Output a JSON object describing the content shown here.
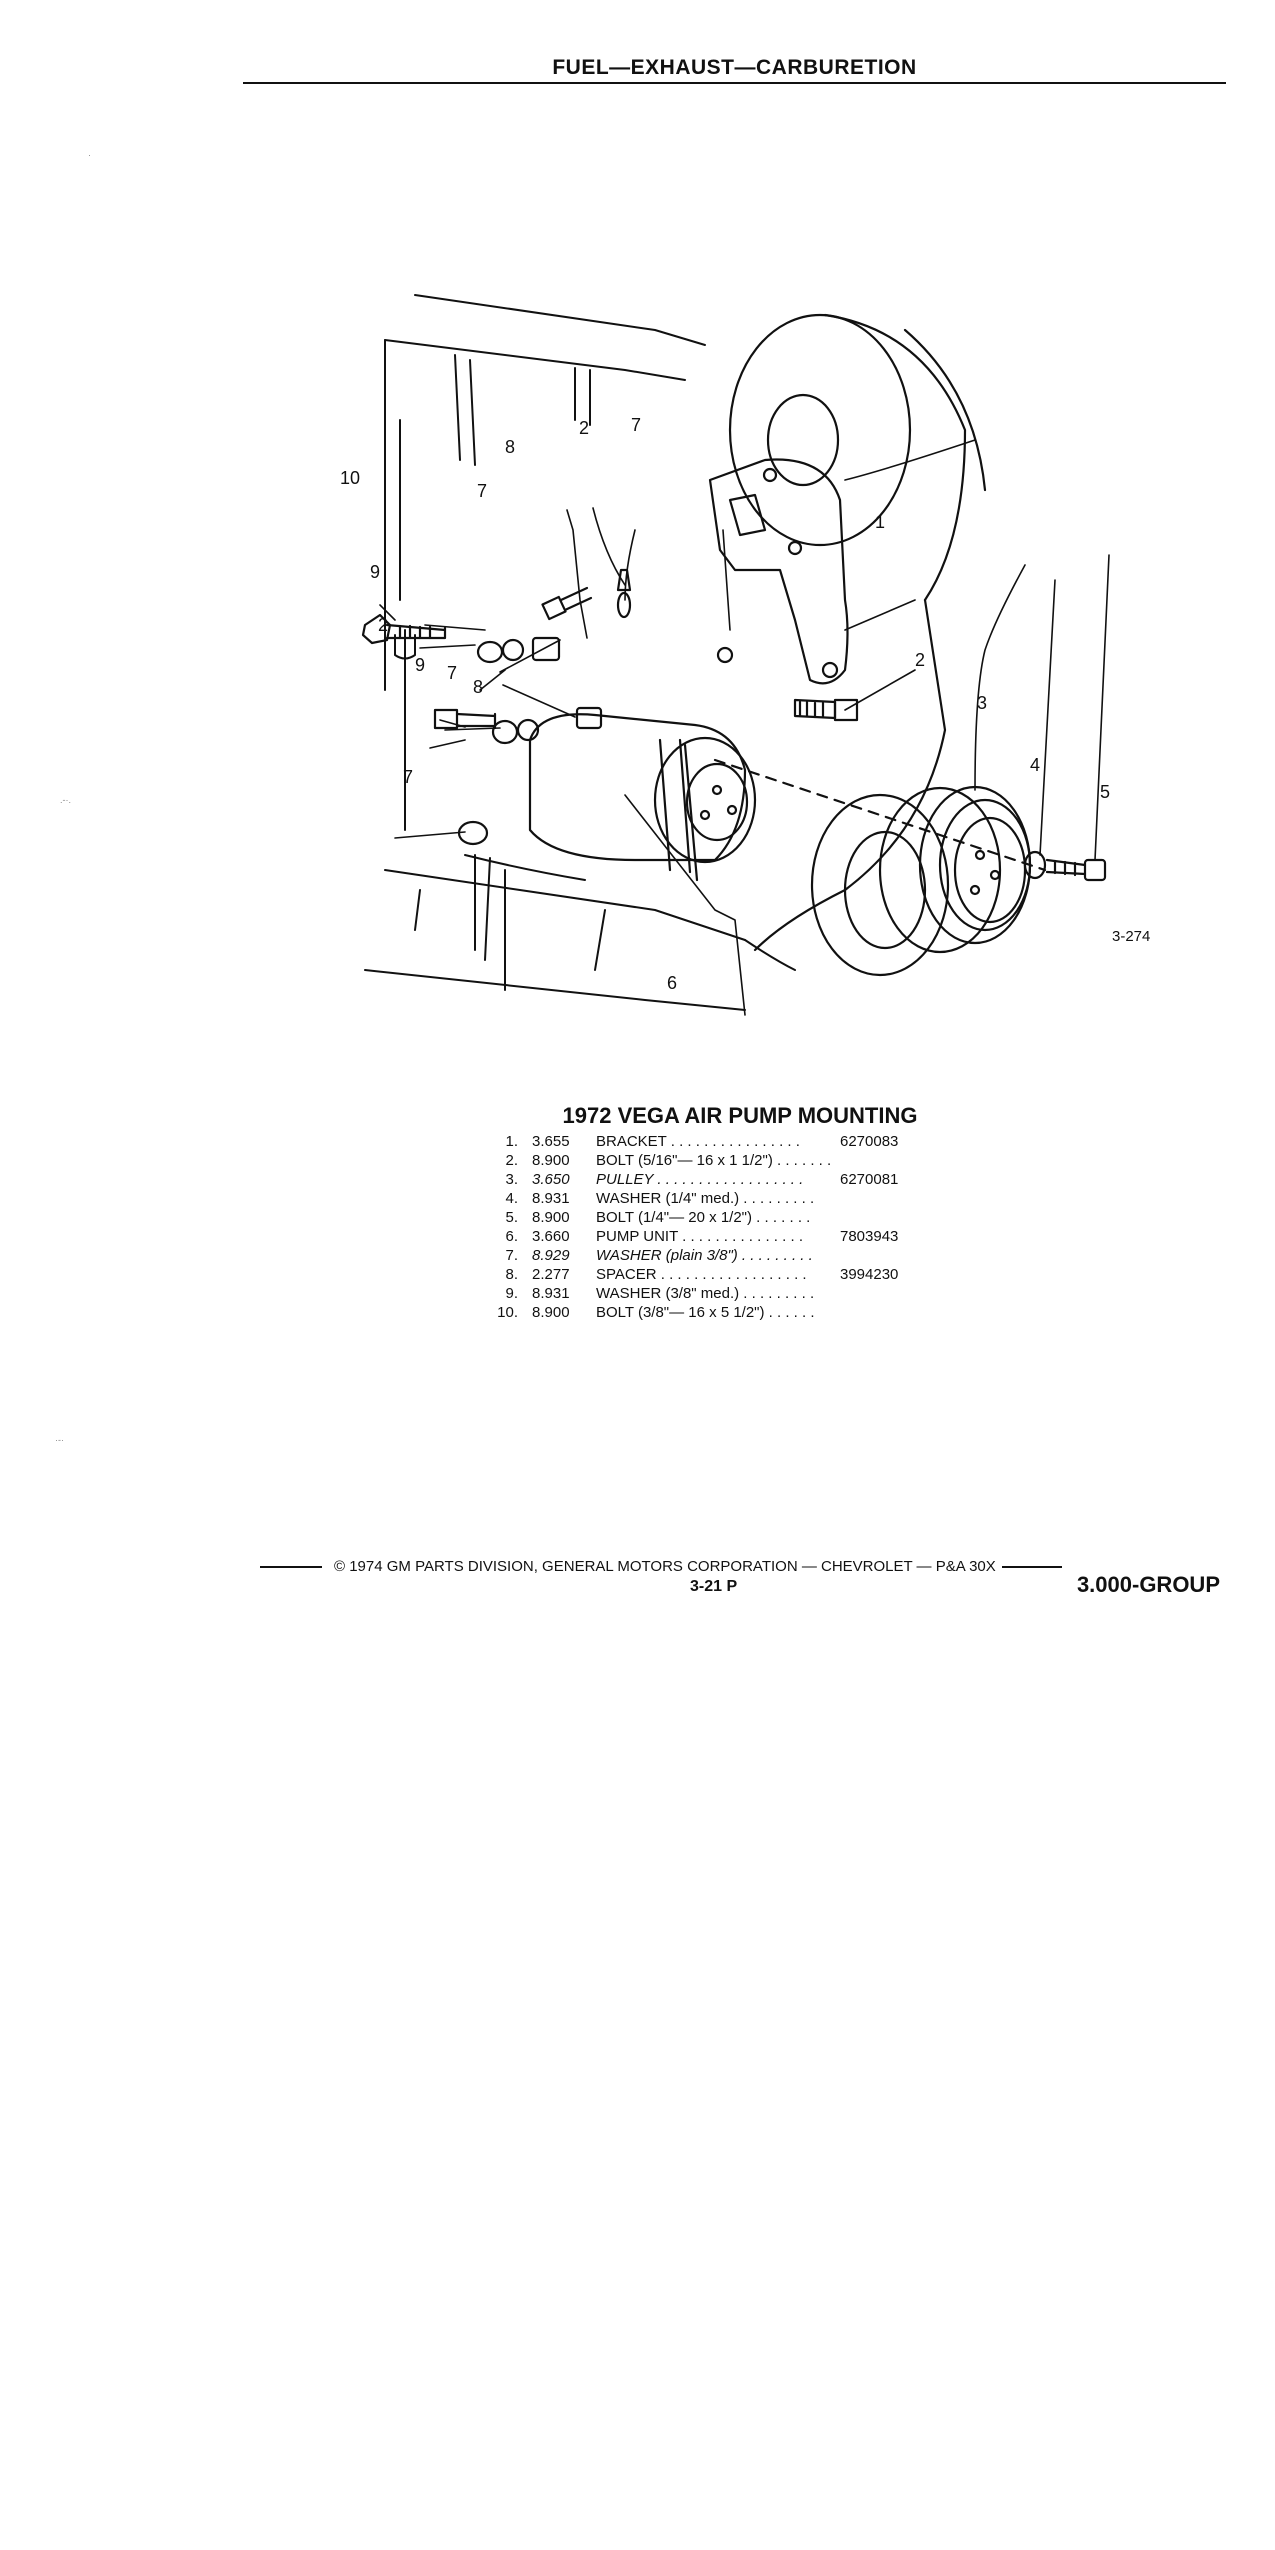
{
  "header": {
    "title": "FUEL—EXHAUST—CARBURETION"
  },
  "figure": {
    "id": "3-274",
    "callouts": [
      "1",
      "2",
      "2",
      "2",
      "3",
      "4",
      "5",
      "6",
      "7",
      "7",
      "7",
      "7",
      "8",
      "8",
      "9",
      "9",
      "10"
    ]
  },
  "caption": "1972 VEGA AIR PUMP MOUNTING",
  "parts": [
    {
      "no": "1.",
      "group": "3.655",
      "desc": "BRACKET . . . . . . . . . . . . . . . .",
      "part": "6270083",
      "italic": false
    },
    {
      "no": "2.",
      "group": "8.900",
      "desc": "BOLT (5/16\"— 16 x 1 1/2\") . . . . . . .",
      "part": "",
      "italic": false
    },
    {
      "no": "3.",
      "group": "3.650",
      "desc": "PULLEY . . . . . . . . . . . . . . . . . .",
      "part": "6270081",
      "italic": true
    },
    {
      "no": "4.",
      "group": "8.931",
      "desc": "WASHER (1/4\" med.) . . . . . . . . .",
      "part": "",
      "italic": false
    },
    {
      "no": "5.",
      "group": "8.900",
      "desc": "BOLT (1/4\"— 20 x 1/2\") . . . . . . .",
      "part": "",
      "italic": false
    },
    {
      "no": "6.",
      "group": "3.660",
      "desc": "PUMP UNIT . . . . . . . . . . . . . . .",
      "part": "7803943",
      "italic": false
    },
    {
      "no": "7.",
      "group": "8.929",
      "desc": "WASHER (plain 3/8\") . . . . . . . . .",
      "part": "",
      "italic": true
    },
    {
      "no": "8.",
      "group": "2.277",
      "desc": "SPACER . . . . . . . . . . . . . . . . . .",
      "part": "3994230",
      "italic": false
    },
    {
      "no": "9.",
      "group": "8.931",
      "desc": "WASHER (3/8\" med.) . . . . . . . . .",
      "part": "",
      "italic": false
    },
    {
      "no": "10.",
      "group": "8.900",
      "desc": "BOLT (3/8\"— 16 x 5 1/2\") . . . . . .",
      "part": "",
      "italic": false
    }
  ],
  "footer": {
    "copyright": "© 1974 GM PARTS DIVISION, GENERAL MOTORS CORPORATION — CHEVROLET — P&A 30X",
    "page": "3-21  P",
    "group": "3.000-GROUP"
  },
  "colors": {
    "ink": "#111111",
    "paper": "#ffffff"
  }
}
